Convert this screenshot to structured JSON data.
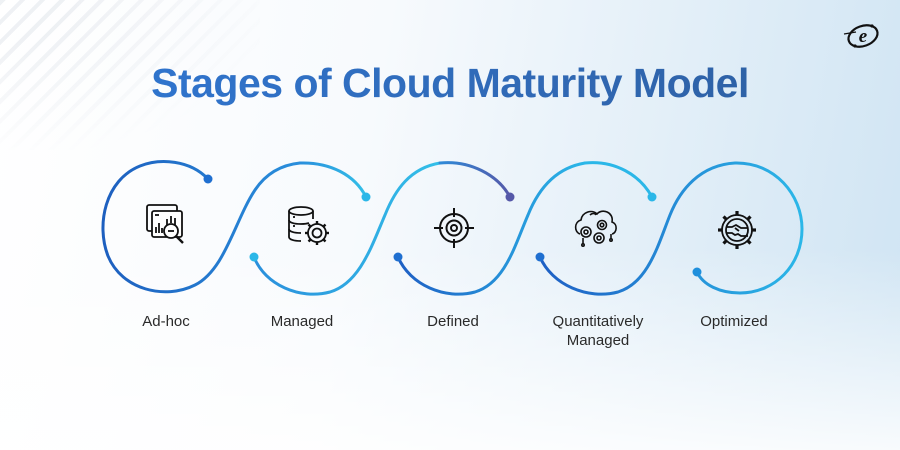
{
  "title": "Stages of Cloud Maturity Model",
  "logo": {
    "icon": "e-logo-icon",
    "letter": "e"
  },
  "colors": {
    "title_start": "#2f78d6",
    "title_end": "#2d5c9c",
    "stage1": "#1f6fd0",
    "stage2": "#2bb3e6",
    "stage3": "#5b5fae",
    "stage4": "#1fa8e4",
    "stage5": "#1fa8e4",
    "text": "#2a2a2a"
  },
  "stages": [
    {
      "label": "Ad-hoc",
      "icon": "analytics-search-icon"
    },
    {
      "label": "Managed",
      "icon": "database-gear-icon"
    },
    {
      "label": "Defined",
      "icon": "target-icon"
    },
    {
      "label_line1": "Quantitatively",
      "label_line2": "Managed",
      "icon": "cloud-gears-icon"
    },
    {
      "label": "Optimized",
      "icon": "handshake-gear-icon"
    }
  ]
}
